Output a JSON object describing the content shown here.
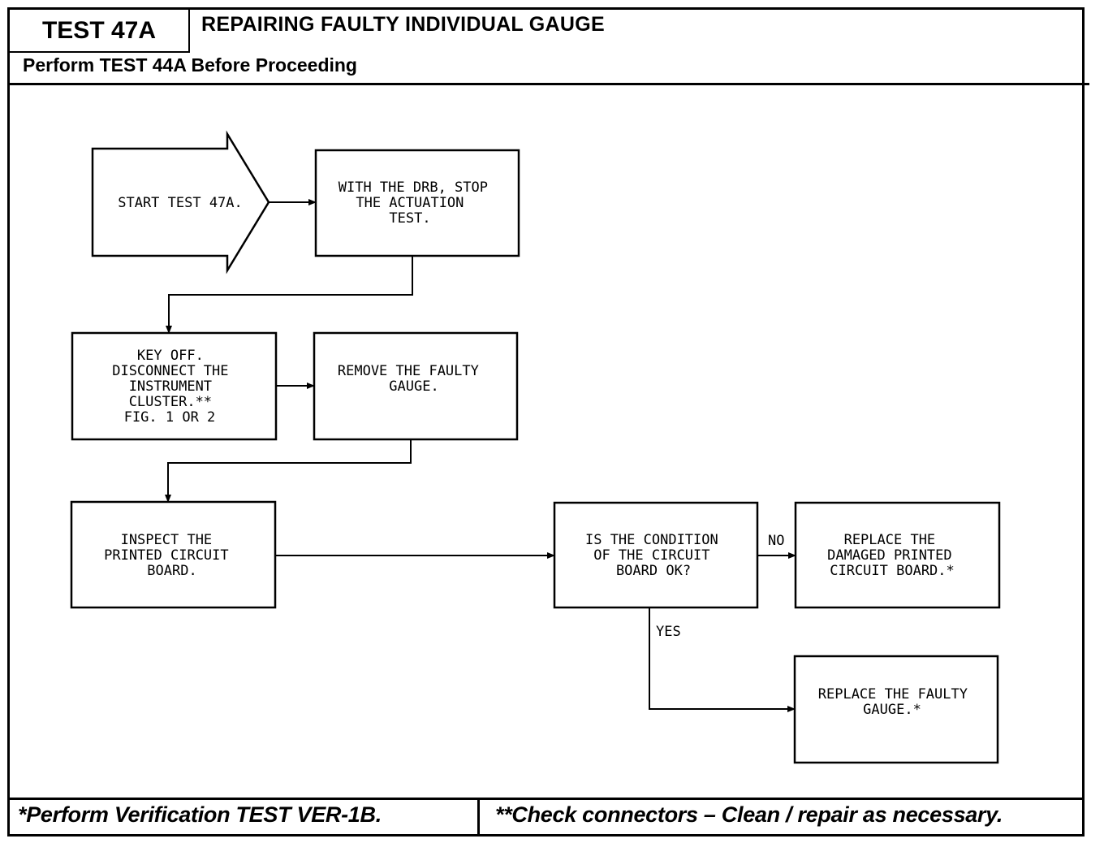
{
  "header": {
    "test_id": "TEST 47A",
    "title": "REPAIRING FAULTY INDIVIDUAL GAUGE",
    "subtitle": "Perform TEST 44A Before Proceeding"
  },
  "flowchart": {
    "start": [
      "START TEST 47A."
    ],
    "stop_test": [
      "WITH THE DRB, STOP",
      "THE ACTUATION",
      "TEST."
    ],
    "key_off": [
      "KEY OFF.",
      "DISCONNECT THE",
      "INSTRUMENT",
      "CLUSTER.**",
      "FIG. 1 OR 2"
    ],
    "remove_gauge": [
      "REMOVE THE FAULTY",
      "GAUGE."
    ],
    "inspect_board": [
      "INSPECT THE",
      "PRINTED CIRCUIT",
      "BOARD."
    ],
    "condition_check": [
      "IS THE CONDITION",
      "OF THE CIRCUIT",
      "BOARD OK?"
    ],
    "replace_board": [
      "REPLACE THE",
      "DAMAGED PRINTED",
      "CIRCUIT BOARD.*"
    ],
    "replace_gauge": [
      "REPLACE THE FAULTY",
      "GAUGE.*"
    ],
    "label_no": "NO",
    "label_yes": "YES"
  },
  "footer": {
    "note1": "*Perform Verification TEST VER-1B.",
    "note2": "**Check connectors – Clean / repair as necessary."
  }
}
